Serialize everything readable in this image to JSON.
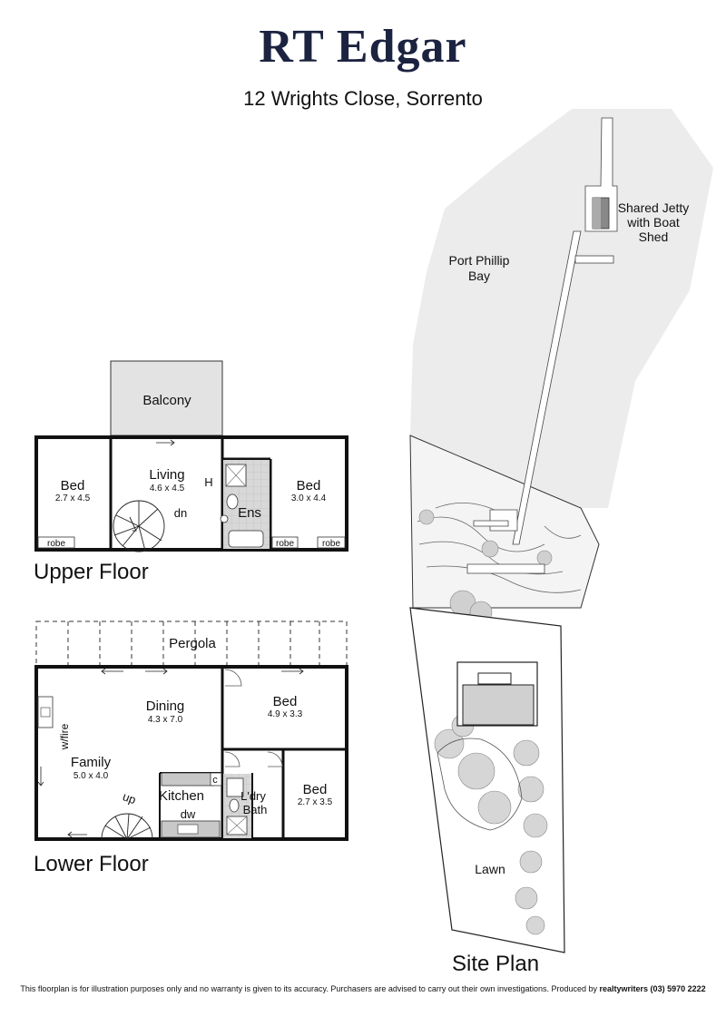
{
  "header": {
    "brand": "RT Edgar",
    "address": "12 Wrights Close, Sorrento"
  },
  "upper_floor": {
    "heading": "Upper Floor",
    "rooms": {
      "balcony": "Balcony",
      "bed_left": "Bed",
      "bed_left_dim": "2.7 x 4.5",
      "living": "Living",
      "living_dim": "4.6 x 4.5",
      "dn": "dn",
      "ens": "Ens",
      "h": "H",
      "bed_right": "Bed",
      "bed_right_dim": "3.0 x 4.4",
      "robe": "robe"
    }
  },
  "lower_floor": {
    "heading": "Lower Floor",
    "rooms": {
      "pergola": "Pergola",
      "dining": "Dining",
      "dining_dim": "4.3 x 7.0",
      "wfire": "w/fire",
      "family": "Family",
      "family_dim": "5.0 x 4.0",
      "up": "up",
      "kitchen": "Kitchen",
      "dw": "dw",
      "c": "c",
      "bed_top": "Bed",
      "bed_top_dim": "4.9 x 3.3",
      "ldry": "L'dry",
      "bath": "Bath",
      "bed_bottom": "Bed",
      "bed_bottom_dim": "2.7 x 3.5"
    }
  },
  "site_plan": {
    "heading": "Site  Plan",
    "jetty": [
      "Shared Jetty",
      "with Boat",
      "Shed"
    ],
    "bay": [
      "Port Phillip",
      "Bay"
    ],
    "lawn": "Lawn"
  },
  "footer": {
    "disclaimer": "This floorplan is for illustration purposes only and no warranty is given to its accuracy. Purchasers are advised to carry out their own investigations. Produced by ",
    "producer": "realtywriters (03) 5970 2222"
  }
}
